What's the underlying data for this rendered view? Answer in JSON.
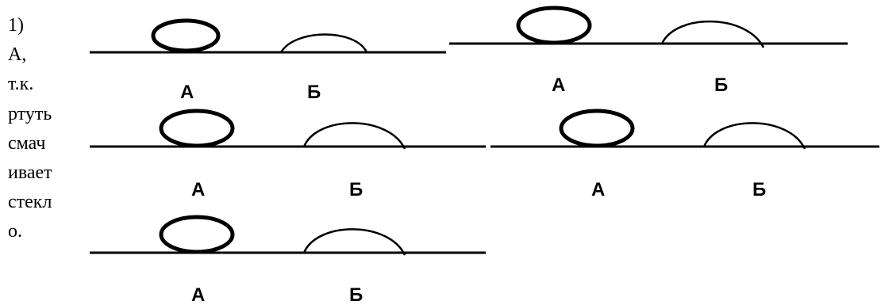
{
  "answer_text_lines": [
    "1)",
    "А,",
    "т.к.",
    "ртуть",
    "смач",
    "ивает",
    "стекл",
    "о."
  ],
  "figures": [
    {
      "label_a": "А",
      "label_b": "Б"
    },
    {
      "label_a": "А",
      "label_b": "Б"
    },
    {
      "label_a": "А",
      "label_b": "Б"
    },
    {
      "label_a": "А",
      "label_b": "Б"
    },
    {
      "label_a": "А",
      "label_b": "Б"
    }
  ],
  "colors": {
    "ink": "#000000",
    "background": "#ffffff"
  }
}
